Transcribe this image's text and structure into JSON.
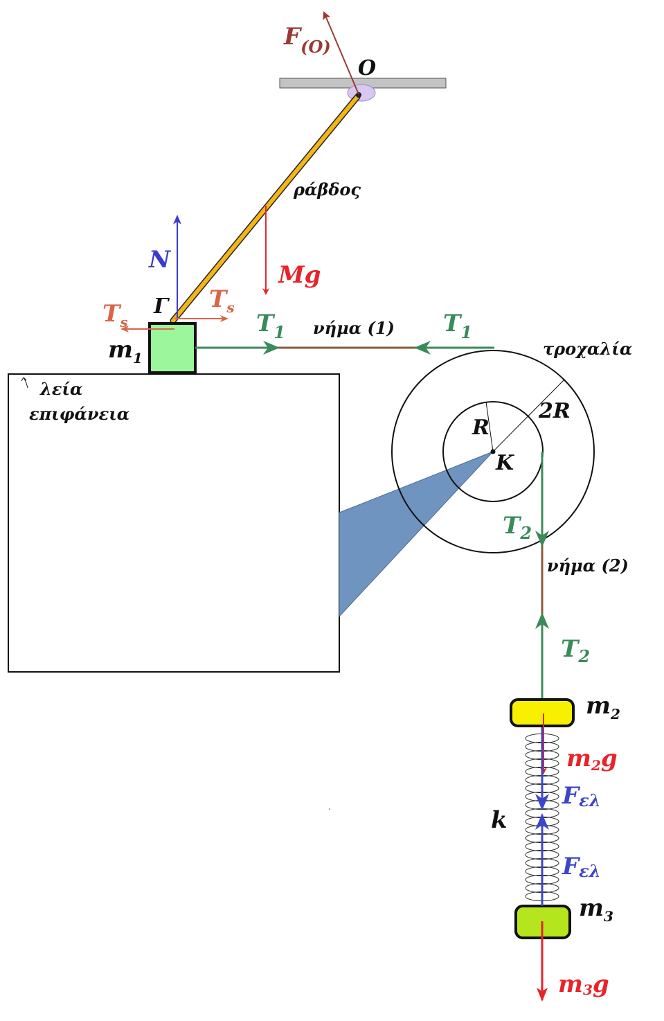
{
  "colors": {
    "force_red": "#e8232a",
    "tension_green": "#3a8a5a",
    "normal_blue": "#3b3bd0",
    "spring_blue": "#3d46c8",
    "ts_orange": "#d9654a",
    "fo_brown": "#9b3a34",
    "rope_brown": "#8b5a3c",
    "rod_gold": "#f2b619",
    "block_m1": "#9cf79c",
    "block_m2": "#f7f000",
    "block_m3": "#b5e61d",
    "support_steel": "#6f94bf",
    "ceiling_grey": "#c3c3c3"
  },
  "labels": {
    "F_main": "F",
    "F_sub": "(O)",
    "O": "O",
    "rod": "ράβδος",
    "N": "N",
    "Mg": "Mg",
    "Gamma": "Γ",
    "Ts_left_main": "T",
    "Ts_left_sub": "s",
    "Ts_right_main": "T",
    "Ts_right_sub": "s",
    "T1_left_main": "T",
    "T1_left_sub": "1",
    "T1_right_main": "T",
    "T1_right_sub": "1",
    "rope1": "νήμα (1)",
    "pulley": "τροχαλία",
    "m1_main": "m",
    "m1_sub": "1",
    "surface_line1": "λεία",
    "surface_line2": "επιφάνεια",
    "R": "R",
    "twoR": "2R",
    "K": "K",
    "T2_top_main": "T",
    "T2_top_sub": "2",
    "rope2": "νήμα (2)",
    "T2_bot_main": "T",
    "T2_bot_sub": "2",
    "m2_main": "m",
    "m2_sub": "2",
    "m2g_m": "m",
    "m2g_sub": "2",
    "m2g_g": "g",
    "Fel1_main": "F",
    "Fel1_sub": "ελ",
    "k": "k",
    "Fel2_main": "F",
    "Fel2_sub": "ελ",
    "m3_main": "m",
    "m3_sub": "3",
    "m3g_m": "m",
    "m3g_sub": "3",
    "m3g_g": "g"
  }
}
